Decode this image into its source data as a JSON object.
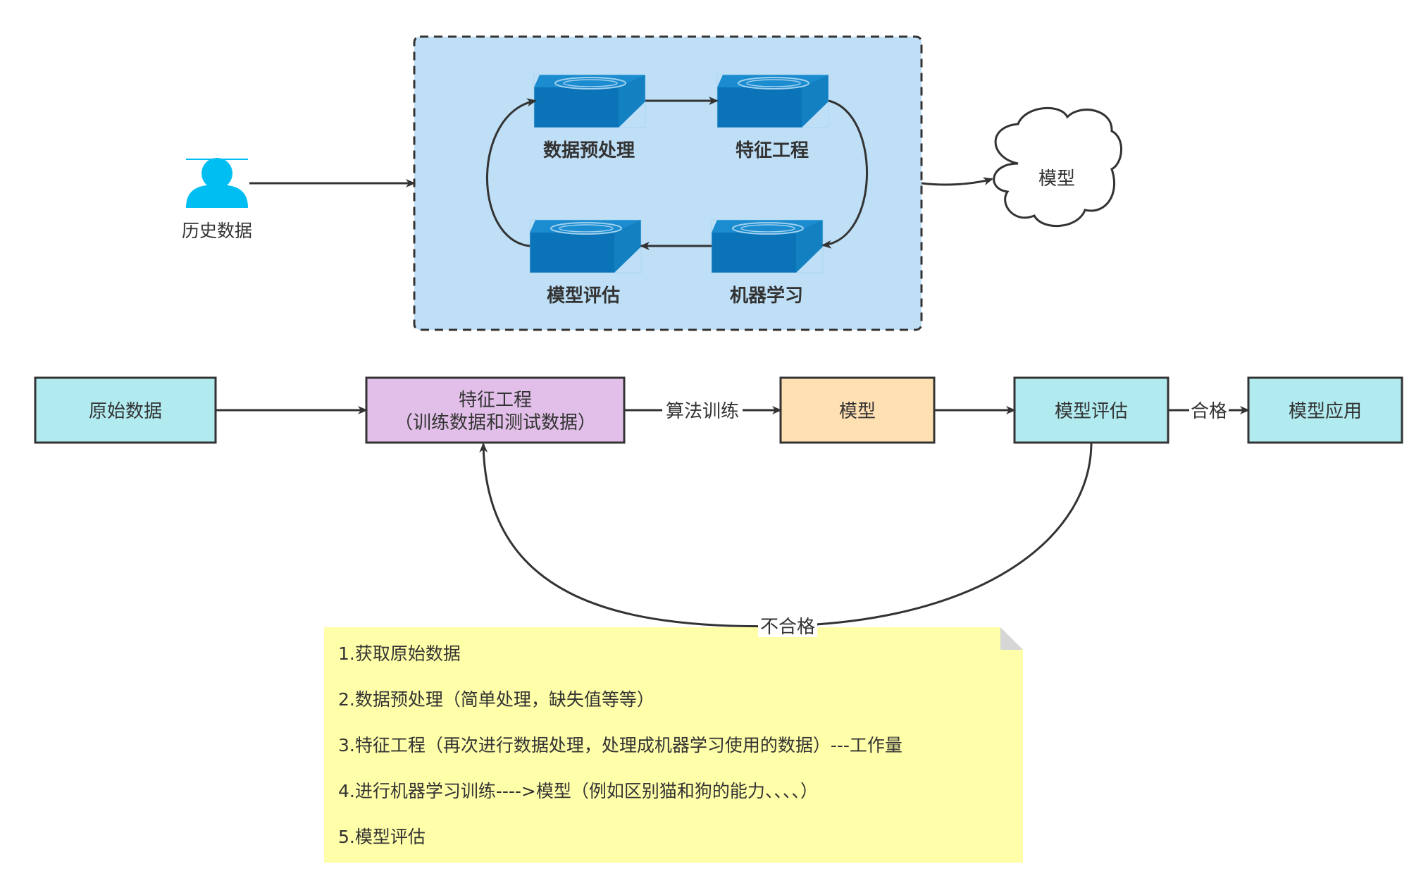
{
  "colors": {
    "dashed_box_fill": "#bfdff7",
    "dashed_box_stroke": "#333333",
    "device_top": "#1a8ccf",
    "device_front": "#0b74b8",
    "device_side": "#1380c2",
    "person_icon": "#00bef2",
    "cyan_box_fill": "#b1ebf0",
    "purple_box_fill": "#e1bfe8",
    "orange_box_fill": "#ffe0b3",
    "note_fill": "#ffffaa",
    "note_fold": "#d6d6d6",
    "line": "#333333"
  },
  "top": {
    "actor_label": "历史数据",
    "steps": {
      "preprocess": "数据预处理",
      "feature": "特征工程",
      "ml": "机器学习",
      "eval": "模型评估"
    },
    "cloud_label": "模型"
  },
  "flow": {
    "raw_data": "原始数据",
    "feature_line1": "特征工程",
    "feature_line2": "（训练数据和测试数据）",
    "train_label": "算法训练",
    "model": "模型",
    "evaluate": "模型评估",
    "pass_label": "合格",
    "apply": "模型应用",
    "fail_label": "不合格"
  },
  "note": {
    "lines": [
      "1.获取原始数据",
      "2.数据预处理（简单处理，缺失值等等）",
      "3.特征工程（再次进行数据处理，处理成机器学习使用的数据）---工作量",
      "4.进行机器学习训练---->模型（例如区别猫和狗的能力、、、、）",
      "5.模型评估"
    ]
  }
}
